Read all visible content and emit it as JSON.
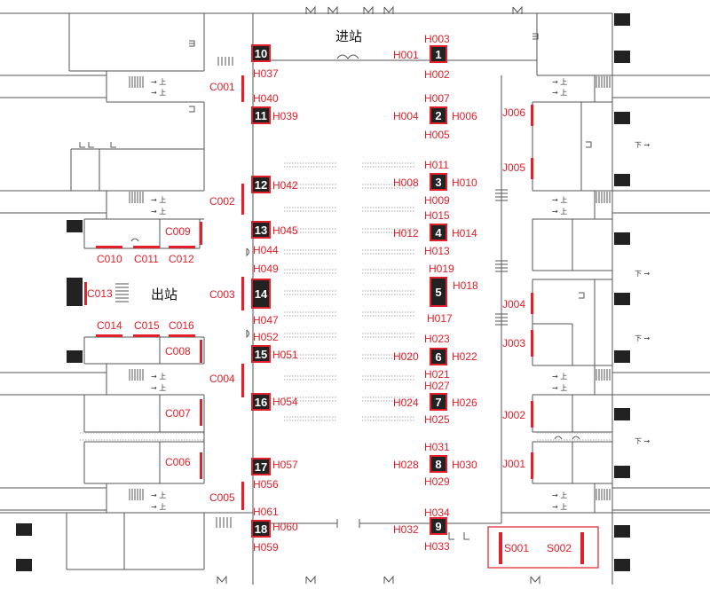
{
  "areas": {
    "entrance": "进站",
    "exit": "出站"
  },
  "arrows": {
    "up": "→ 上",
    "down": "下 →"
  },
  "pillars": [
    "10",
    "1",
    "11",
    "2",
    "12",
    "3",
    "13",
    "4",
    "14",
    "5",
    "15",
    "6",
    "16",
    "7",
    "17",
    "8",
    "18",
    "9"
  ],
  "labels": {
    "H001": "H001",
    "H002": "H002",
    "H003": "H003",
    "H004": "H004",
    "H005": "H005",
    "H006": "H006",
    "H007": "H007",
    "H008": "H008",
    "H009": "H009",
    "H010": "H010",
    "H011": "H011",
    "H012": "H012",
    "H013": "H013",
    "H014": "H014",
    "H015": "H015",
    "H017": "H017",
    "H018": "H018",
    "H019": "H019",
    "H020": "H020",
    "H021": "H021",
    "H022": "H022",
    "H023": "H023",
    "H024": "H024",
    "H025": "H025",
    "H026": "H026",
    "H027": "H027",
    "H028": "H028",
    "H029": "H029",
    "H030": "H030",
    "H031": "H031",
    "H032": "H032",
    "H033": "H033",
    "H034": "H034",
    "H037": "H037",
    "H039": "H039",
    "H040": "H040",
    "H042": "H042",
    "H044": "H044",
    "H045": "H045",
    "H047": "H047",
    "H049": "H049",
    "H051": "H051",
    "H052": "H052",
    "H054": "H054",
    "H056": "H056",
    "H057": "H057",
    "H059": "H059",
    "H060": "H060",
    "H061": "H061",
    "C001": "C001",
    "C002": "C002",
    "C003": "C003",
    "C004": "C004",
    "C005": "C005",
    "C006": "C006",
    "C007": "C007",
    "C008": "C008",
    "C009": "C009",
    "C010": "C010",
    "C011": "C011",
    "C012": "C012",
    "C013": "C013",
    "C014": "C014",
    "C015": "C015",
    "C016": "C016",
    "J001": "J001",
    "J002": "J002",
    "J003": "J003",
    "J004": "J004",
    "J005": "J005",
    "J006": "J006",
    "S001": "S001",
    "S002": "S002"
  },
  "colors": {
    "accent": "#e0202a",
    "pillar": "#222222",
    "line": "#555555",
    "bench": "#bbbbbb"
  }
}
